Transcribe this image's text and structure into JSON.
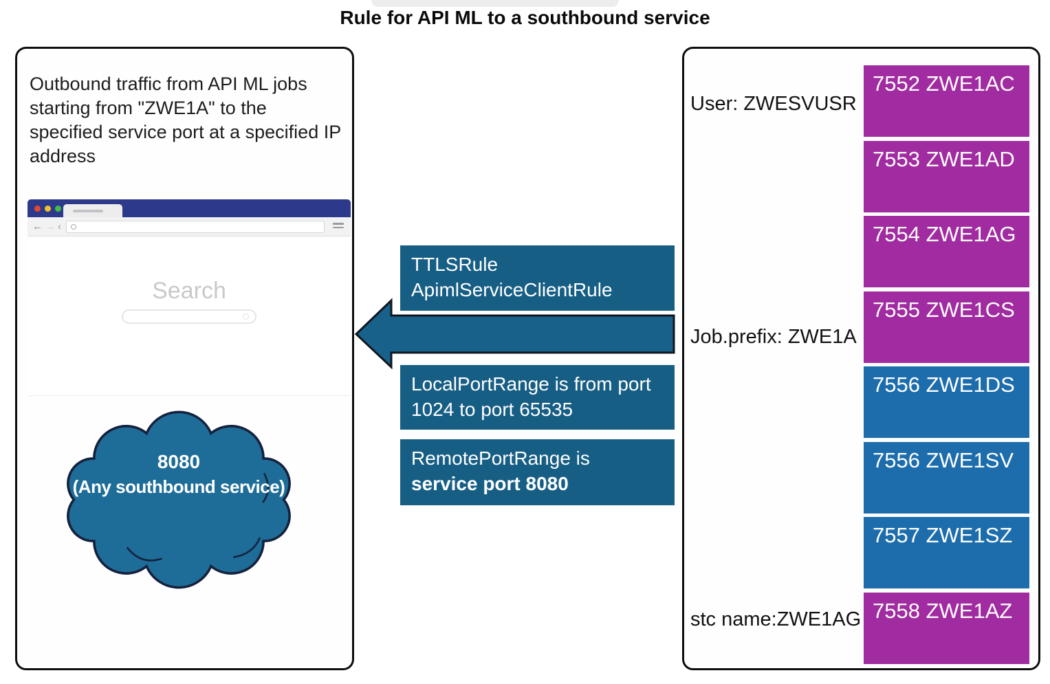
{
  "title": "Rule for API ML to a southbound service",
  "left_panel": {
    "description": "Outbound traffic from API ML jobs starting from \"ZWE1A\" to the specified service port at a specified IP address",
    "browser": {
      "search_label": "Search"
    },
    "cloud": {
      "line1": "8080",
      "line2": "(Any southbound service)"
    }
  },
  "middle": {
    "rule_box": {
      "line1": "TTLSRule",
      "line2": "ApimlServiceClientRule"
    },
    "local_port_box": {
      "line1": "LocalPortRange is from port",
      "line2": "1024 to port 65535"
    },
    "remote_port_box": {
      "line1": "RemotePortRange is",
      "line2": "service port 8080"
    }
  },
  "right_panel": {
    "labels": {
      "user": "User: ZWESVUSR",
      "job_prefix": "Job.prefix: ZWE1A",
      "stc_name": "stc name:ZWE1AG"
    },
    "ports": [
      {
        "label": "7552 ZWE1AC",
        "color": "magenta"
      },
      {
        "label": "7553 ZWE1AD",
        "color": "magenta"
      },
      {
        "label": "7554 ZWE1AG",
        "color": "magenta"
      },
      {
        "label": "7555 ZWE1CS",
        "color": "magenta"
      },
      {
        "label": "7556 ZWE1DS",
        "color": "blue"
      },
      {
        "label": "7556 ZWE1SV",
        "color": "blue"
      },
      {
        "label": "7557 ZWE1SZ",
        "color": "blue"
      },
      {
        "label": "7558 ZWE1AZ",
        "color": "magenta"
      }
    ]
  },
  "colors": {
    "magenta_box": "#a12ba0",
    "blue_box": "#1d6dac",
    "teal_box": "#175e85",
    "cloud_fill": "#1e6d98",
    "browser_bar": "#2d3a8c",
    "panel_border": "#0d0d0d"
  },
  "icons": {
    "browser_dots": [
      "red",
      "yellow",
      "green"
    ],
    "toolbar": [
      "back-arrow",
      "forward-arrow",
      "refresh",
      "search-magnifier",
      "menu"
    ]
  }
}
